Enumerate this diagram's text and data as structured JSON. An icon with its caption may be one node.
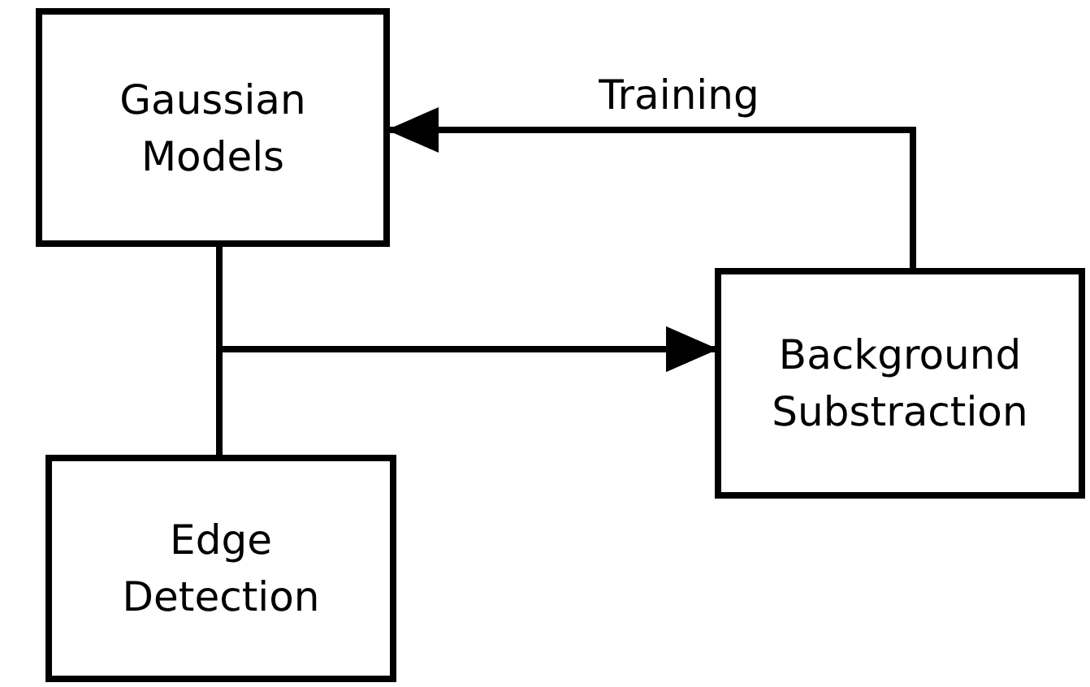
{
  "diagram": {
    "nodes": [
      {
        "text": [
          "Gaussian Models"
        ]
      },
      {
        "text": [
          "Background Substraction"
        ]
      },
      {
        "text": [
          "Edge Detection"
        ]
      }
    ],
    "edges": [
      {
        "from": 1,
        "to": 0,
        "arrow": "to",
        "label": "Training"
      },
      {
        "from": 0,
        "to": 1,
        "arrow": "to"
      },
      {
        "from": 2,
        "to": 1,
        "arrow": "to"
      }
    ]
  }
}
